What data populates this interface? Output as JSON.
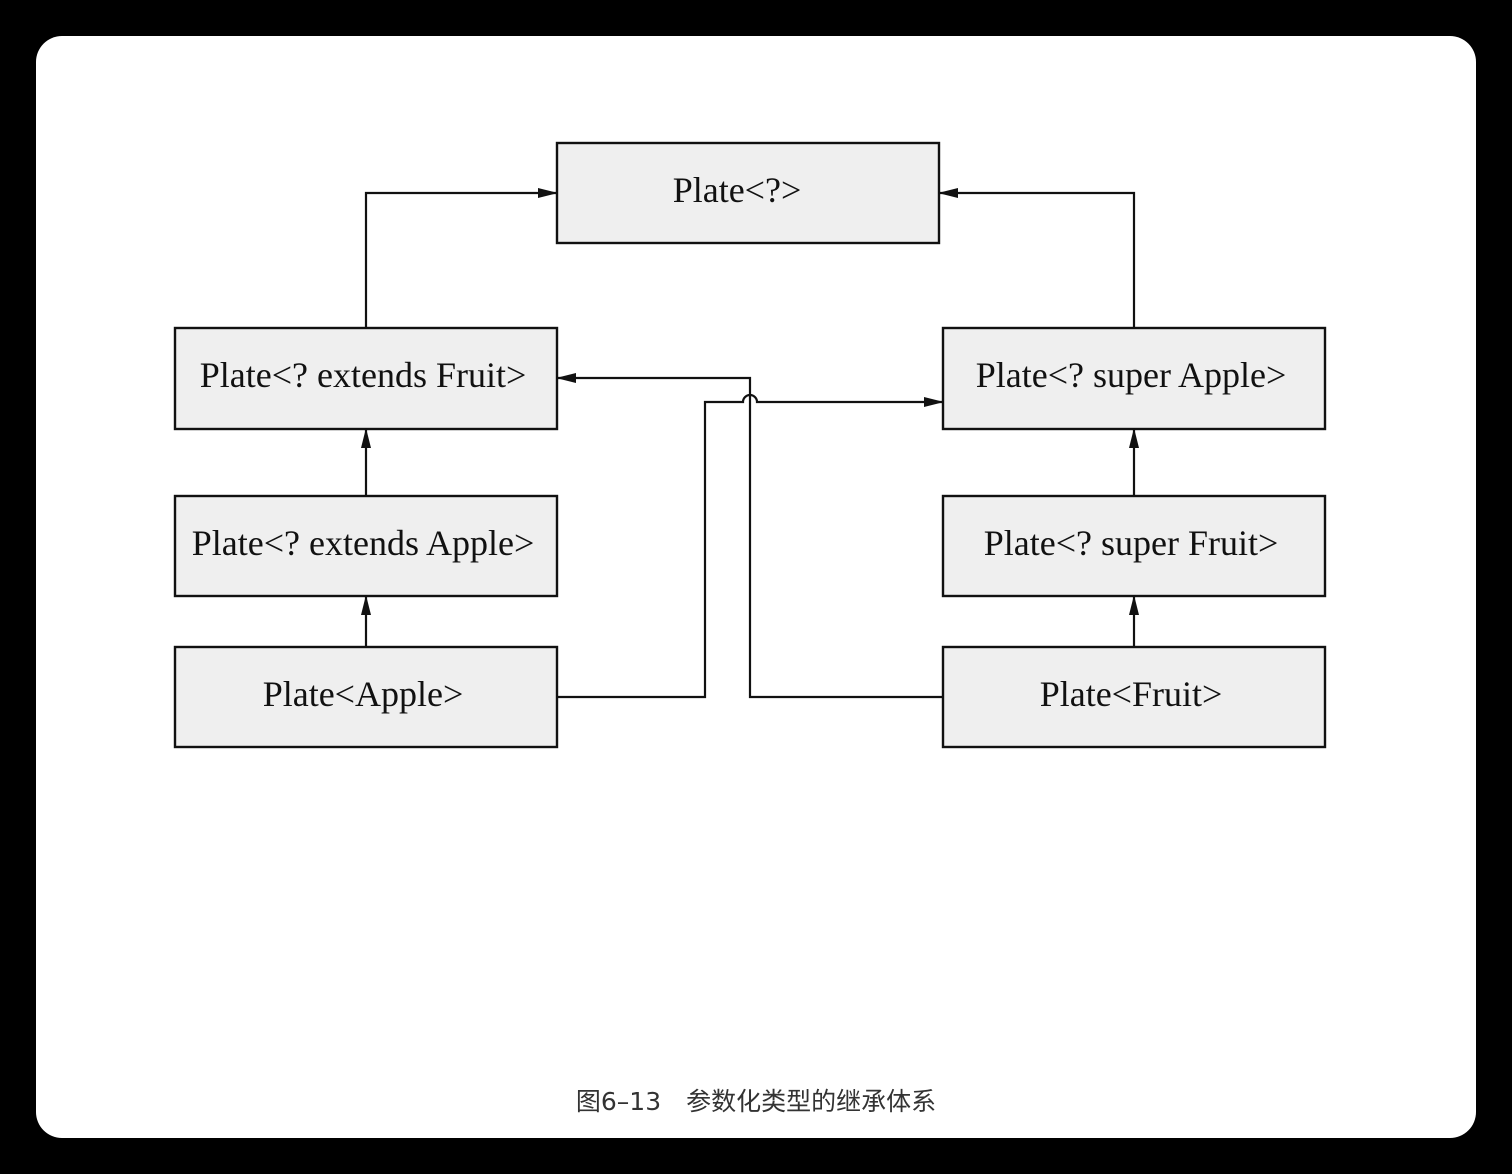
{
  "nodes": {
    "plate_wildcard": "Plate<?>",
    "plate_extends_fruit": "Plate<? extends Fruit>",
    "plate_super_apple": "Plate<? super Apple>",
    "plate_extends_apple": "Plate<? extends Apple>",
    "plate_super_fruit": "Plate<? super Fruit>",
    "plate_apple": "Plate<Apple>",
    "plate_fruit": "Plate<Fruit>"
  },
  "edges": [
    {
      "from": "plate_extends_fruit",
      "to": "plate_wildcard"
    },
    {
      "from": "plate_super_apple",
      "to": "plate_wildcard"
    },
    {
      "from": "plate_extends_apple",
      "to": "plate_extends_fruit"
    },
    {
      "from": "plate_apple",
      "to": "plate_extends_apple"
    },
    {
      "from": "plate_super_fruit",
      "to": "plate_super_apple"
    },
    {
      "from": "plate_fruit",
      "to": "plate_super_fruit"
    },
    {
      "from": "plate_apple",
      "to": "plate_super_apple"
    },
    {
      "from": "plate_fruit",
      "to": "plate_extends_fruit"
    }
  ],
  "caption": "图6–13　参数化类型的继承体系",
  "colors": {
    "node_fill": "#efefef",
    "stroke": "#111111",
    "background": "#000000",
    "card": "#ffffff"
  }
}
